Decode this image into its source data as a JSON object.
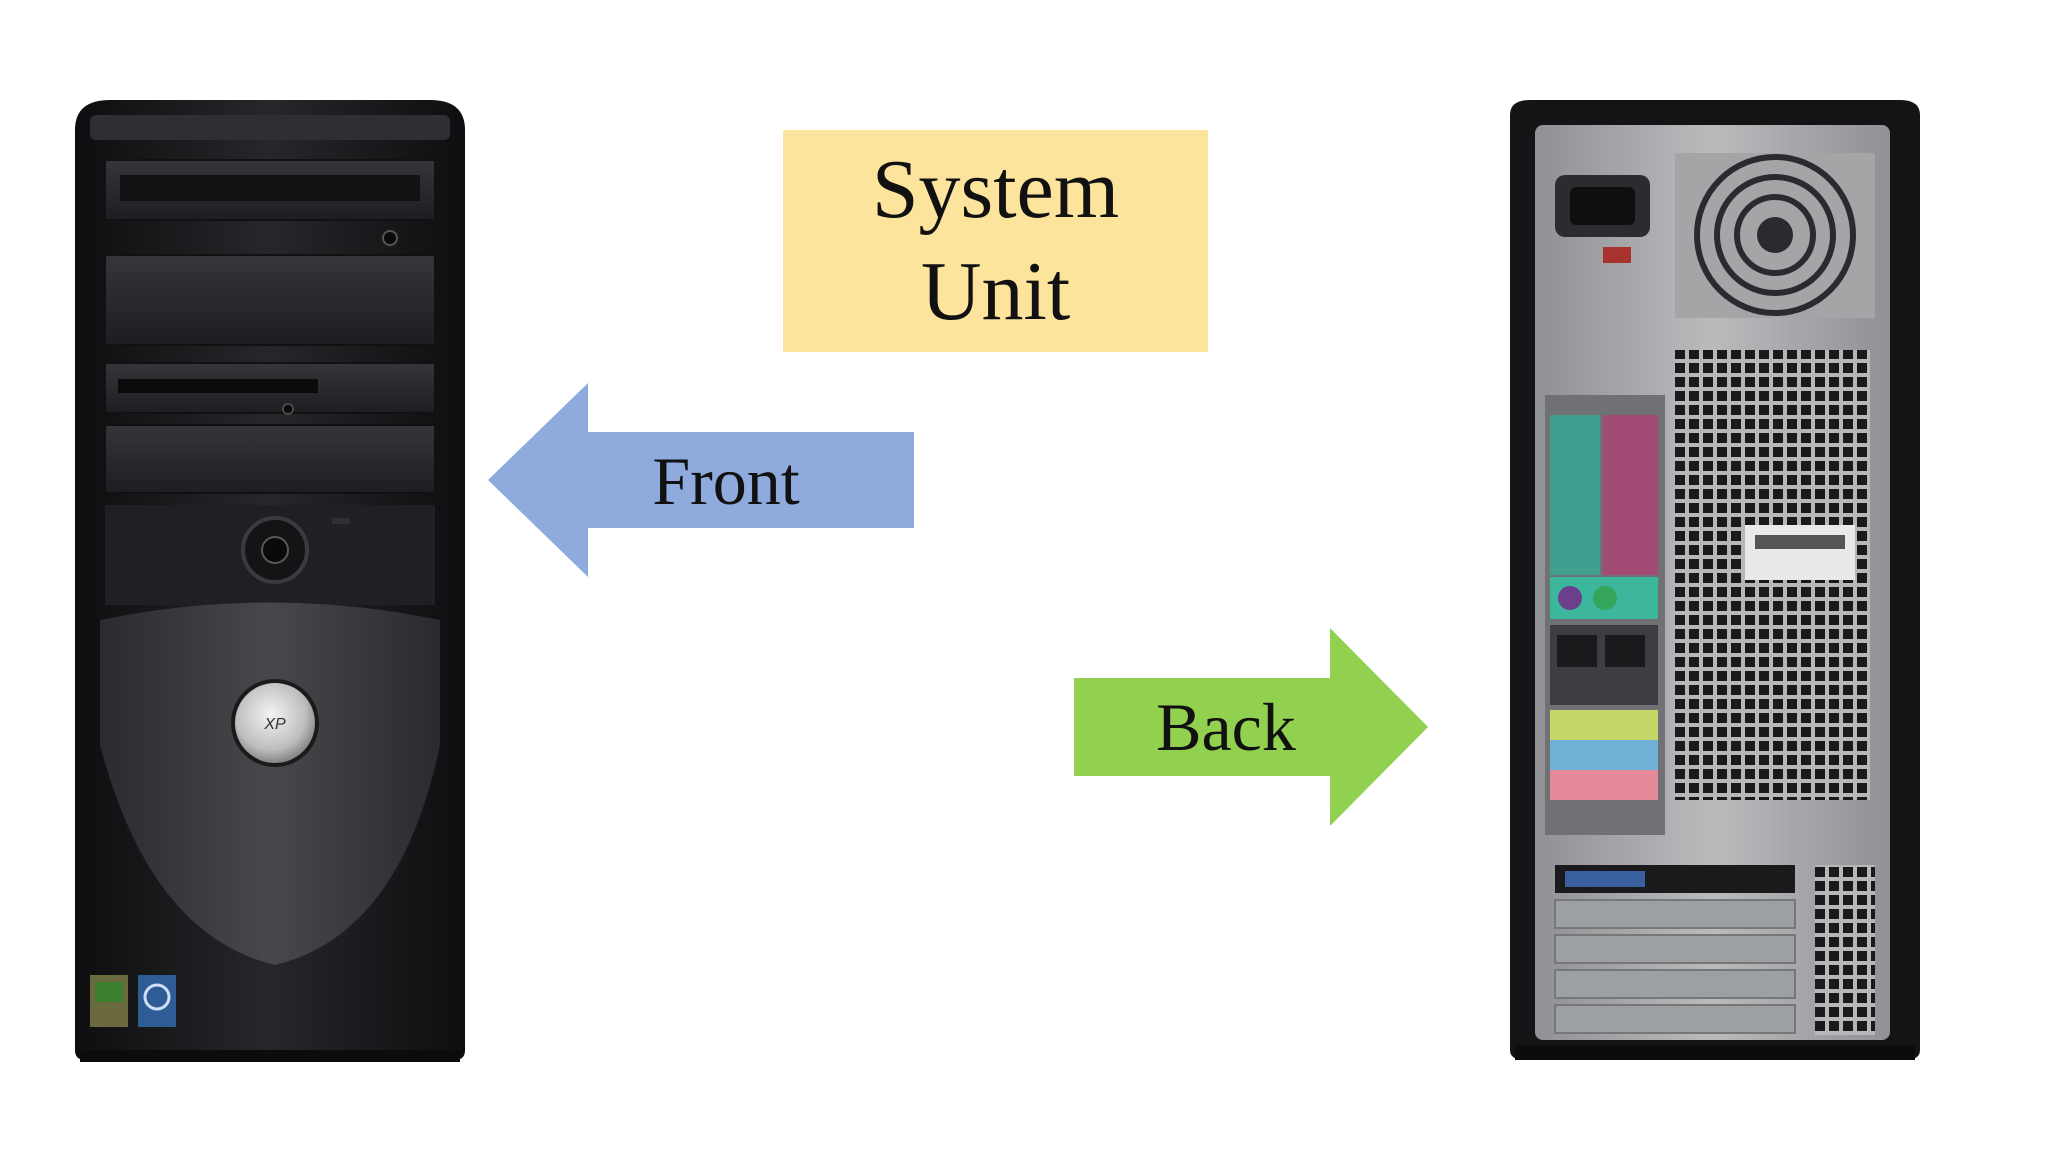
{
  "title": {
    "line1": "System",
    "line2": "Unit"
  },
  "arrows": {
    "front": {
      "label": "Front",
      "color": "#8faadc",
      "direction": "left"
    },
    "back": {
      "label": "Back",
      "color": "#92d050",
      "direction": "right"
    }
  },
  "images": {
    "front_tower": {
      "icon": "computer-tower-front-icon"
    },
    "back_tower": {
      "icon": "computer-tower-back-icon"
    }
  },
  "colors": {
    "title_box": "#fce49c",
    "case_black": "#1c1c1e",
    "panel_gray": "#a9abad"
  }
}
